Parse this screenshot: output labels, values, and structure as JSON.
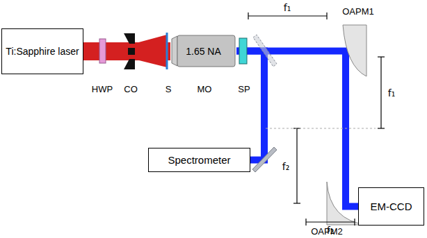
{
  "diagram": {
    "nodes": [
      {
        "text": [
          "Ti:Sapphire laser"
        ]
      },
      {
        "text": [
          "1.65 NA"
        ]
      },
      {
        "text": [
          "Spectrometer"
        ]
      },
      {
        "text": [
          "EM-CCD"
        ]
      }
    ],
    "edges": [
      {
        "from": 0,
        "to": 1,
        "arrow": "none"
      },
      {
        "from": 1,
        "to": 2,
        "arrow": "none"
      },
      {
        "from": 1,
        "to": 3,
        "arrow": "none"
      }
    ],
    "labels": [
      "f₁",
      "OAPM1",
      "HWP",
      "CO",
      "S",
      "MO",
      "SP",
      "f₁",
      "f₂",
      "OAPM2",
      "f₂"
    ]
  }
}
